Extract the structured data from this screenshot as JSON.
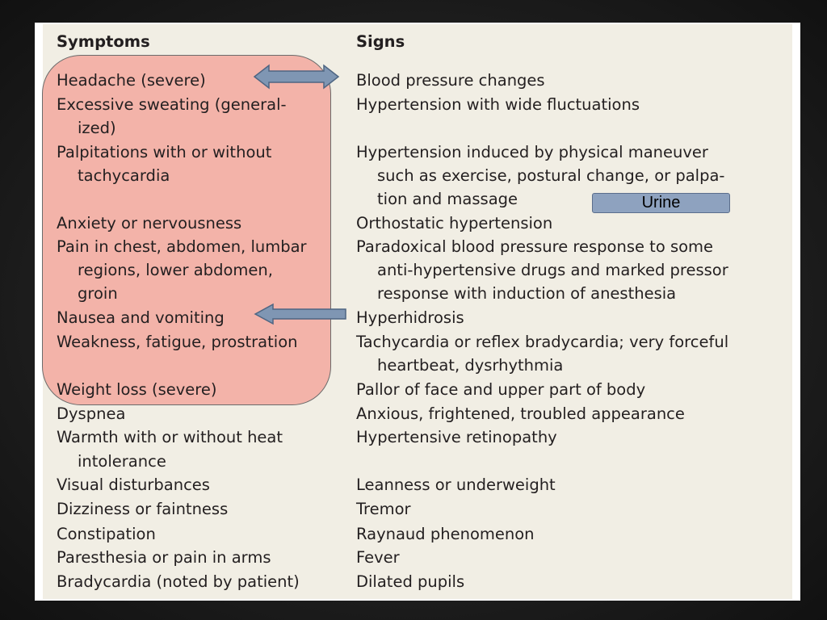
{
  "headers": {
    "symptoms": "Symptoms",
    "signs": "Signs"
  },
  "symptoms": [
    "Headache (severe)",
    "Excessive sweating (general-",
    "ized)",
    "Palpitations with or without",
    "tachycardia",
    "Anxiety or nervousness",
    "Pain in chest, abdomen, lumbar",
    "regions, lower abdomen,",
    "groin",
    "Nausea and vomiting",
    "Weakness, fatigue, prostration",
    "Weight loss (severe)",
    "Dyspnea",
    "Warmth with or without heat",
    "intolerance",
    "Visual disturbances",
    "Dizziness or faintness",
    "Constipation",
    "Paresthesia or pain in arms",
    "Bradycardia (noted by patient)"
  ],
  "signs": [
    "Blood pressure changes",
    "Hypertension with wide fluctuations",
    "Hypertension induced by physical maneuver",
    "such as exercise, postural change, or palpa-",
    "tion and massage",
    "Orthostatic hypertension",
    "Paradoxical blood pressure response to some",
    "anti-hypertensive drugs and marked pressor",
    "response with induction of anesthesia",
    "Hyperhidrosis",
    "Tachycardia or reflex bradycardia; very forceful",
    "heartbeat, dysrhythmia",
    "Pallor of face and upper part of body",
    "Anxious, frightened, troubled appearance",
    "Hypertensive retinopathy",
    "Leanness or underweight",
    "Tremor",
    "Raynaud phenomenon",
    "Fever",
    "Dilated pupils"
  ],
  "annotation": {
    "label": "Urine"
  },
  "colors": {
    "highlight": "#f3b3a9",
    "arrow": "#7f96b3",
    "label_box": "#8ea2bf",
    "paper": "#f1eee4"
  }
}
